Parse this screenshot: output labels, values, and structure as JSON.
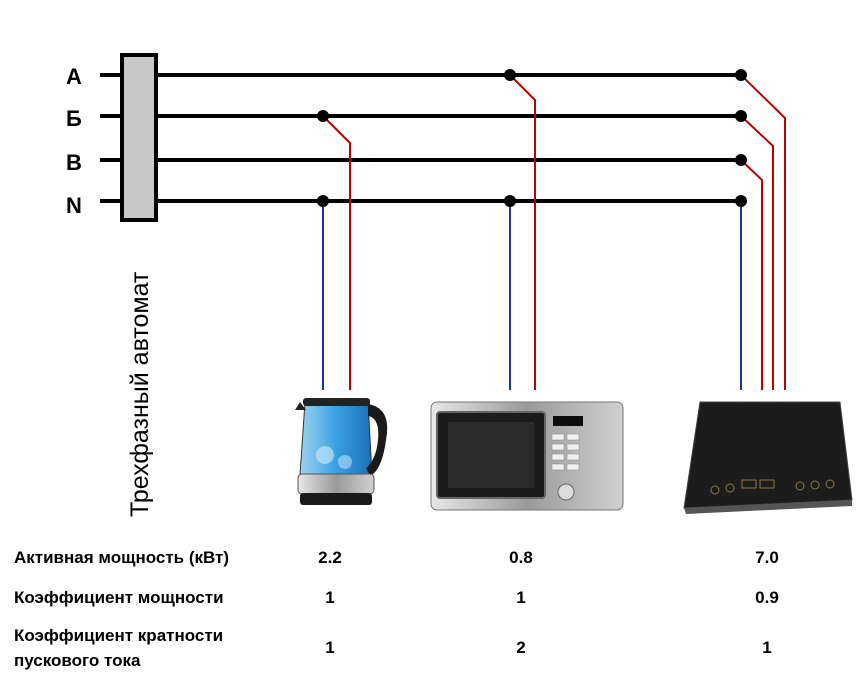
{
  "phases": [
    "А",
    "Б",
    "В",
    "N"
  ],
  "breaker_label": "Трехфазный  автомат",
  "colors": {
    "bus": "#000000",
    "phase_wire": "#c00000",
    "neutral_wire": "#1f2fa8",
    "breaker_fill": "#c8c8c8"
  },
  "appliances": [
    {
      "name": "kettle-image"
    },
    {
      "name": "microwave-image"
    },
    {
      "name": "induction-cooktop-image"
    }
  ],
  "table": {
    "rows": [
      {
        "label": "Активная мощность  (кВт)",
        "values": [
          "2.2",
          "0.8",
          "7.0"
        ]
      },
      {
        "label": "Коэффициент мощности",
        "values": [
          "1",
          "1",
          "0.9"
        ]
      },
      {
        "label_line1": "Коэффициент кратности",
        "label_line2": "пускового тока",
        "values": [
          "1",
          "2",
          "1"
        ]
      }
    ]
  }
}
